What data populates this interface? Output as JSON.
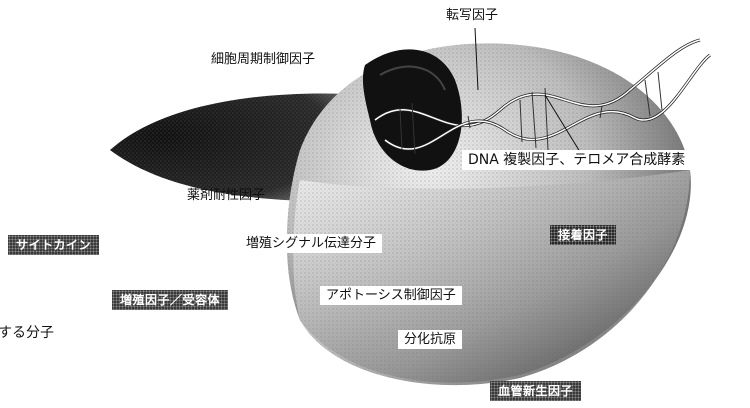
{
  "labels": {
    "transcription": "転写因子",
    "cell_cycle": "細胞周期制御因子",
    "dna_replication": "DNA 複製因子、テロメア合成酵素",
    "drug_resistance": "薬剤耐性因子",
    "proliferation_signal": "増殖シグナル伝達分子",
    "apoptosis": "アポトーシス制御因子",
    "differentiation": "分化抗原",
    "partial_left": "する分子"
  },
  "tags": {
    "cytokine": "サイトカイン",
    "growth_factor": "増殖因子／受容体",
    "adhesion": "接着因子",
    "angiogenesis": "血管新生因子"
  }
}
